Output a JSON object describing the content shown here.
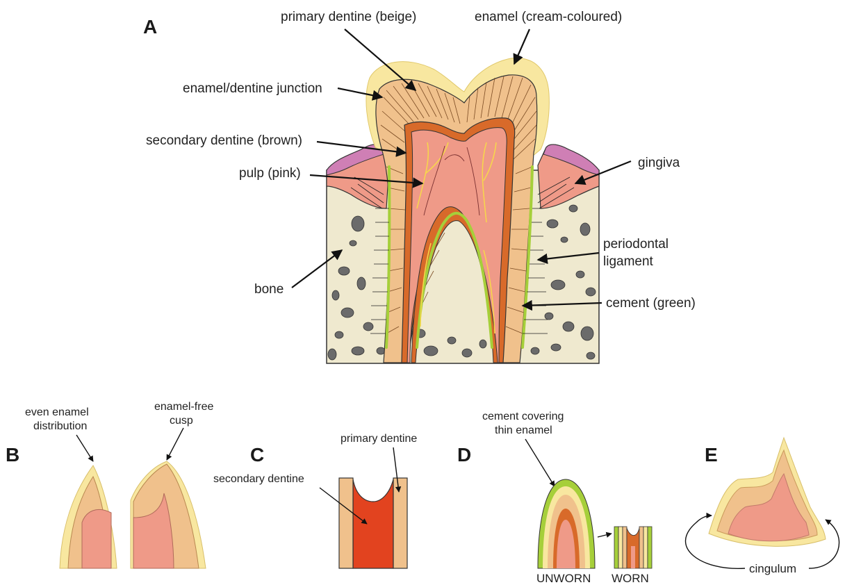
{
  "panels": {
    "A": {
      "letter": "A",
      "labels": {
        "primary_dentine": "primary dentine (beige)",
        "enamel": "enamel (cream-coloured)",
        "junction": "enamel/dentine junction",
        "secondary_dentine": "secondary dentine (brown)",
        "pulp": "pulp (pink)",
        "gingiva": "gingiva",
        "periodontal_1": "periodontal",
        "periodontal_2": "ligament",
        "bone": "bone",
        "cement": "cement (green)"
      }
    },
    "B": {
      "letter": "B",
      "labels": {
        "even_1": "even enamel",
        "even_2": "distribution",
        "free_1": "enamel-free",
        "free_2": "cusp"
      }
    },
    "C": {
      "letter": "C",
      "labels": {
        "primary": "primary dentine",
        "secondary": "secondary dentine"
      }
    },
    "D": {
      "letter": "D",
      "labels": {
        "cement_1": "cement covering",
        "cement_2": "thin enamel",
        "unworn": "UNWORN",
        "worn": "WORN"
      }
    },
    "E": {
      "letter": "E",
      "labels": {
        "cingulum": "cingulum"
      }
    }
  },
  "colors": {
    "enamel": "#f8e7a0",
    "primary_dentine": "#f0c18c",
    "secondary_dentine": "#d86a2a",
    "pulp": "#ef9a88",
    "gingiva": "#cf7fb5",
    "bone": "#efe9cf",
    "cement": "#a6cf3a",
    "bone_pores": "#666666"
  }
}
